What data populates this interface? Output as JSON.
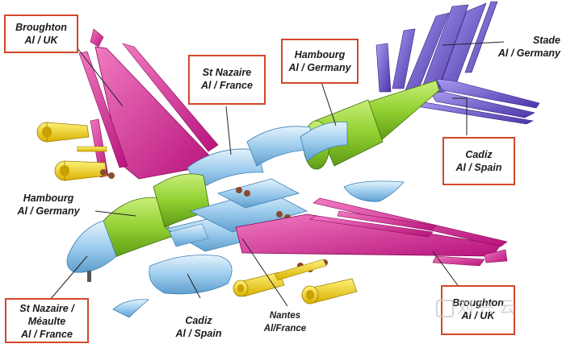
{
  "labels": {
    "broughton_top": {
      "line1": "Broughton",
      "line2": "Al / UK"
    },
    "st_nazaire_top": {
      "line1": "St Nazaire",
      "line2": "Al / France"
    },
    "hambourg_top": {
      "line1": "Hambourg",
      "line2": "Al / Germany"
    },
    "stade": {
      "line1": "Stade",
      "line2": "Al / Germany"
    },
    "cadiz_right": {
      "line1": "Cadiz",
      "line2": "Al / Spain"
    },
    "hambourg_left": {
      "line1": "Hambourg",
      "line2": "Al / Germany"
    },
    "st_nazaire_meaulte": {
      "line1": "St Nazaire /",
      "line2": "Méaulte",
      "line3": "Al / France"
    },
    "cadiz_bottom": {
      "line1": "Cadiz",
      "line2": "Al / Spain"
    },
    "nantes": {
      "line1": "Nantes",
      "line2": "Al/France"
    },
    "broughton_bottom": {
      "line1": "Broughton",
      "line2": "Al / UK"
    }
  },
  "colors": {
    "box_border": "#d2482a",
    "magenta": "#d0208f",
    "green": "#8ccc2a",
    "blue": "#8fc4e8",
    "violet": "#6a4fc4",
    "engine": "#f2d21a",
    "leader": "#222222"
  },
  "watermark": {
    "text": "刘兴云"
  }
}
